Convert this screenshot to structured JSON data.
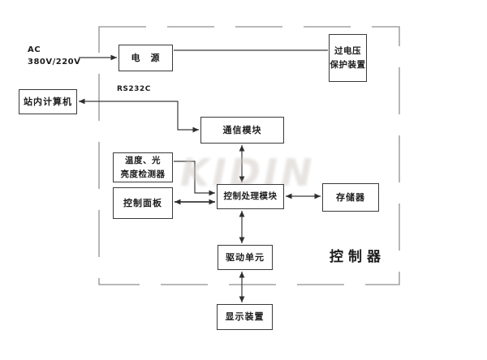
{
  "diagram": {
    "title_region": "控制器",
    "boxes": [
      {
        "id": "power_supply",
        "label": "电　源"
      },
      {
        "id": "overvoltage_protect",
        "label": "过电压\n保护装置"
      },
      {
        "id": "station_computer",
        "label": "站内计算机"
      },
      {
        "id": "comm_module",
        "label": "通信模块"
      },
      {
        "id": "temp_light_detector",
        "label": "温度、光\n亮度检测器"
      },
      {
        "id": "control_panel",
        "label": "控制面板"
      },
      {
        "id": "control_processing",
        "label": "控制处理模块"
      },
      {
        "id": "memory",
        "label": "存储器"
      },
      {
        "id": "drive_unit",
        "label": "驱动单元"
      },
      {
        "id": "display_device",
        "label": "显示装置"
      }
    ],
    "labels": {
      "ac_input": "AC\n380V/220V",
      "serial_link": "RS232C",
      "controller": "控制器"
    },
    "watermark": "KIDIN",
    "colors": {
      "wire": "#3a3a3a",
      "box_border": "#3a3a3a",
      "dashed_boundary": "#8f8f8f",
      "text": "#1c1c1c",
      "background": "#ffffff"
    }
  }
}
